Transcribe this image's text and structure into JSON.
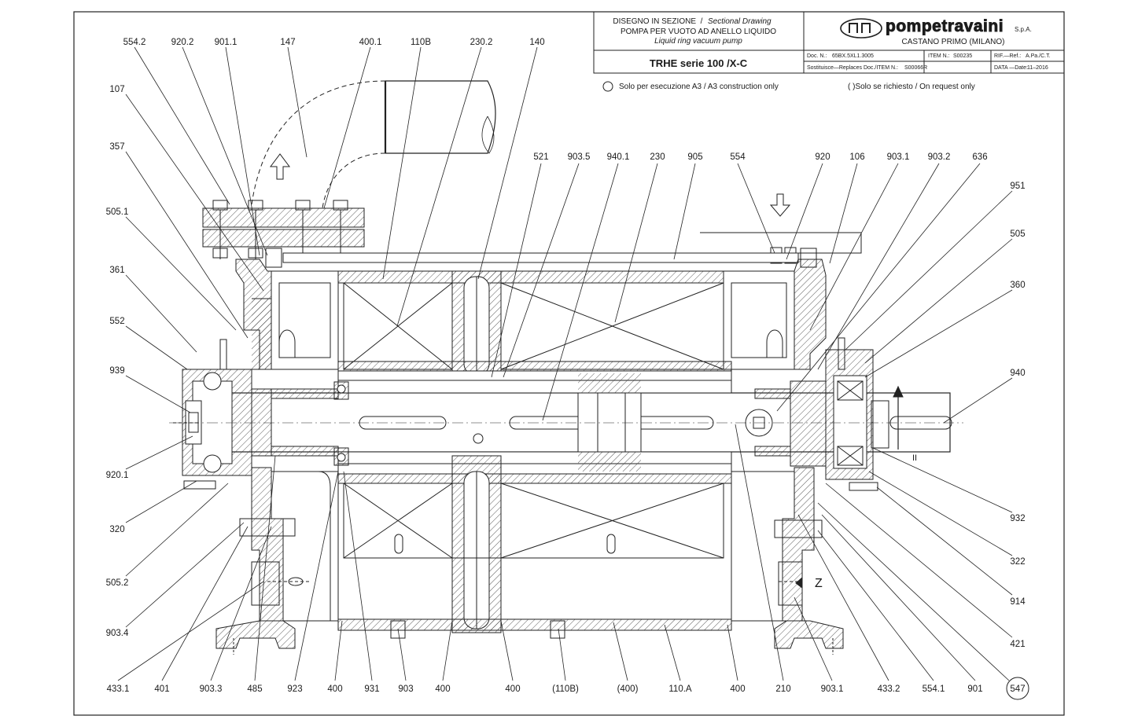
{
  "title_block": {
    "line1_it": "DISEGNO IN SEZIONE",
    "line1_en": "Sectional Drawing",
    "line2": "POMPA PER VUOTO AD ANELLO LIQUIDO",
    "line3": "Liquid ring vacuum pump",
    "model": "TRHE serie 100 /X-C",
    "company": "pompetravaini",
    "company_suffix": "S.p.A.",
    "location": "CASTANO PRIMO (MILANO)",
    "doc_label": "Doc. N.:",
    "doc_value": "65BX.5XL1.3005",
    "item_label": "ITEM N.:",
    "item_value": "S00235",
    "rif_label": "RIF.—Ref.:",
    "rif_value": "A.Pa./C.T.",
    "replaces_label": "Sostituisce—Replaces Doc./ITEM N.:",
    "replaces_value": "S00066R",
    "date_label": "DATA —Date:",
    "date_value": "11–2016"
  },
  "notes": {
    "a3": "Solo per esecuzione A3 / A3 construction only",
    "request": "( )Solo se richiesto / On request only"
  },
  "labels": {
    "top": [
      "554.2",
      "920.2",
      "901.1",
      "147",
      "400.1",
      "110B",
      "230.2",
      "140"
    ],
    "top2": [
      "521",
      "903.5",
      "940.1",
      "230",
      "905",
      "554",
      "920",
      "106",
      "903.1",
      "903.2",
      "636"
    ],
    "left": [
      "107",
      "357",
      "505.1",
      "361",
      "552",
      "939",
      "920.1",
      "320",
      "505.2",
      "903.4"
    ],
    "right": [
      "951",
      "505",
      "360",
      "940",
      "932",
      "322",
      "914",
      "421"
    ],
    "right_circled": "547",
    "bottom": [
      "433.1",
      "401",
      "903.3",
      "485",
      "923",
      "400",
      "931",
      "903",
      "400",
      "400",
      "(110B)",
      "(400)",
      "110.A",
      "400",
      "210",
      "903.1",
      "433.2",
      "554.1",
      "901"
    ]
  },
  "view_marks": {
    "z": "Z",
    "roman": "II"
  }
}
